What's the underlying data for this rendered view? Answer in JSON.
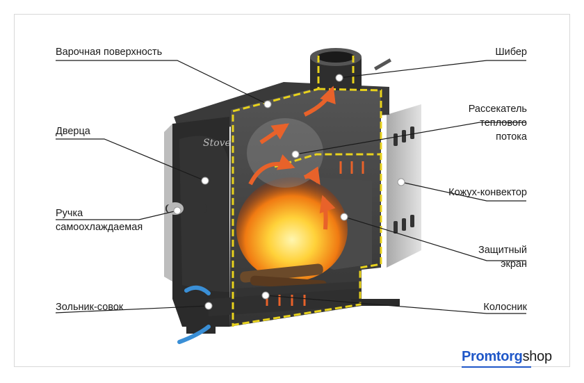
{
  "labels": {
    "cooktop": "Варочная поверхность",
    "door": "Дверца",
    "handle_line1": "Ручка",
    "handle_line2": "самоохлаждаемая",
    "ash_pan": "Зольник-совок",
    "damper": "Шибер",
    "divider_line1": "Рассекатель",
    "divider_line2": "теплового",
    "divider_line3": "потока",
    "casing": "Кожух-конвектор",
    "screen_line1": "Защитный",
    "screen_line2": "экран",
    "grate": "Колосник"
  },
  "brand_script": "Stove",
  "logo": {
    "part1": "Promtorg",
    "part2": "shop"
  },
  "colors": {
    "body": "#2b2b2b",
    "outline": "#e8d21c",
    "flame": "#f39a1a",
    "arrow_hot": "#e8622a",
    "arrow_cold": "#3a8fd6",
    "casing": "#c9c9c9"
  }
}
